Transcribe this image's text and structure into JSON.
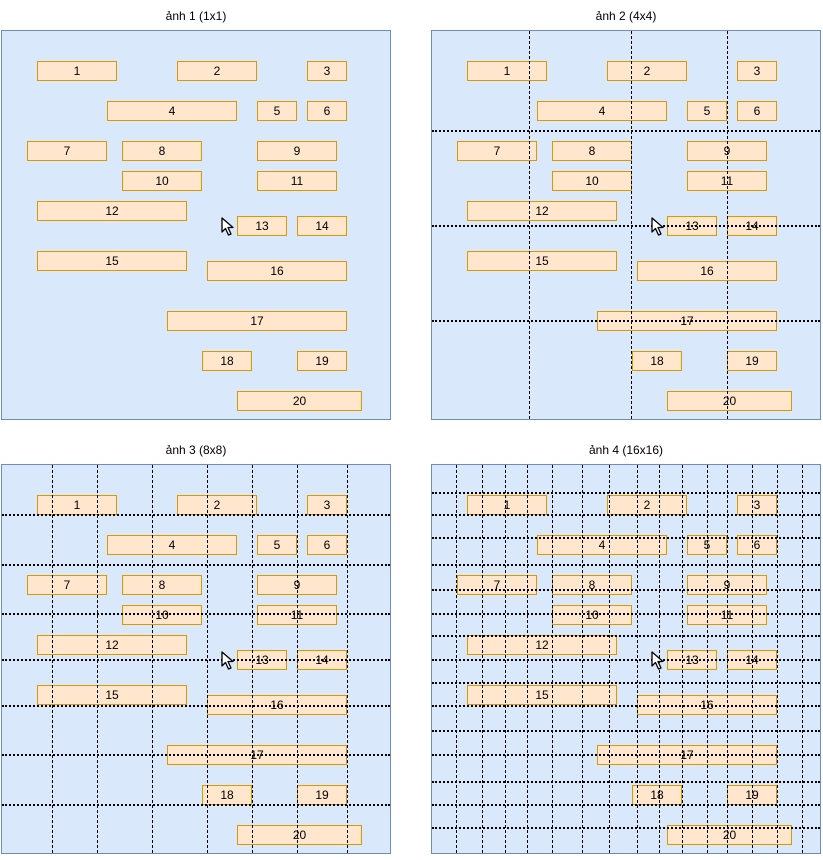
{
  "panels": [
    {
      "title": "ảnh 1 (1x1)",
      "grid": "1x1"
    },
    {
      "title": "ảnh 2 (4x4)",
      "grid": "4x4"
    },
    {
      "title": "ảnh 3 (8x8)",
      "grid": "8x8"
    },
    {
      "title": "ảnh 4 (16x16)",
      "grid": "16x16"
    }
  ],
  "boxes": [
    "1",
    "2",
    "3",
    "4",
    "5",
    "6",
    "7",
    "8",
    "9",
    "10",
    "11",
    "12",
    "13",
    "14",
    "15",
    "16",
    "17",
    "18",
    "19",
    "20"
  ],
  "icons": {
    "cursor": "mouse-pointer-icon"
  },
  "colors": {
    "panel_fill": "#dae8fc",
    "panel_border": "#6c8ebf",
    "box_fill": "#ffe6cc",
    "box_border": "#d79b00"
  }
}
